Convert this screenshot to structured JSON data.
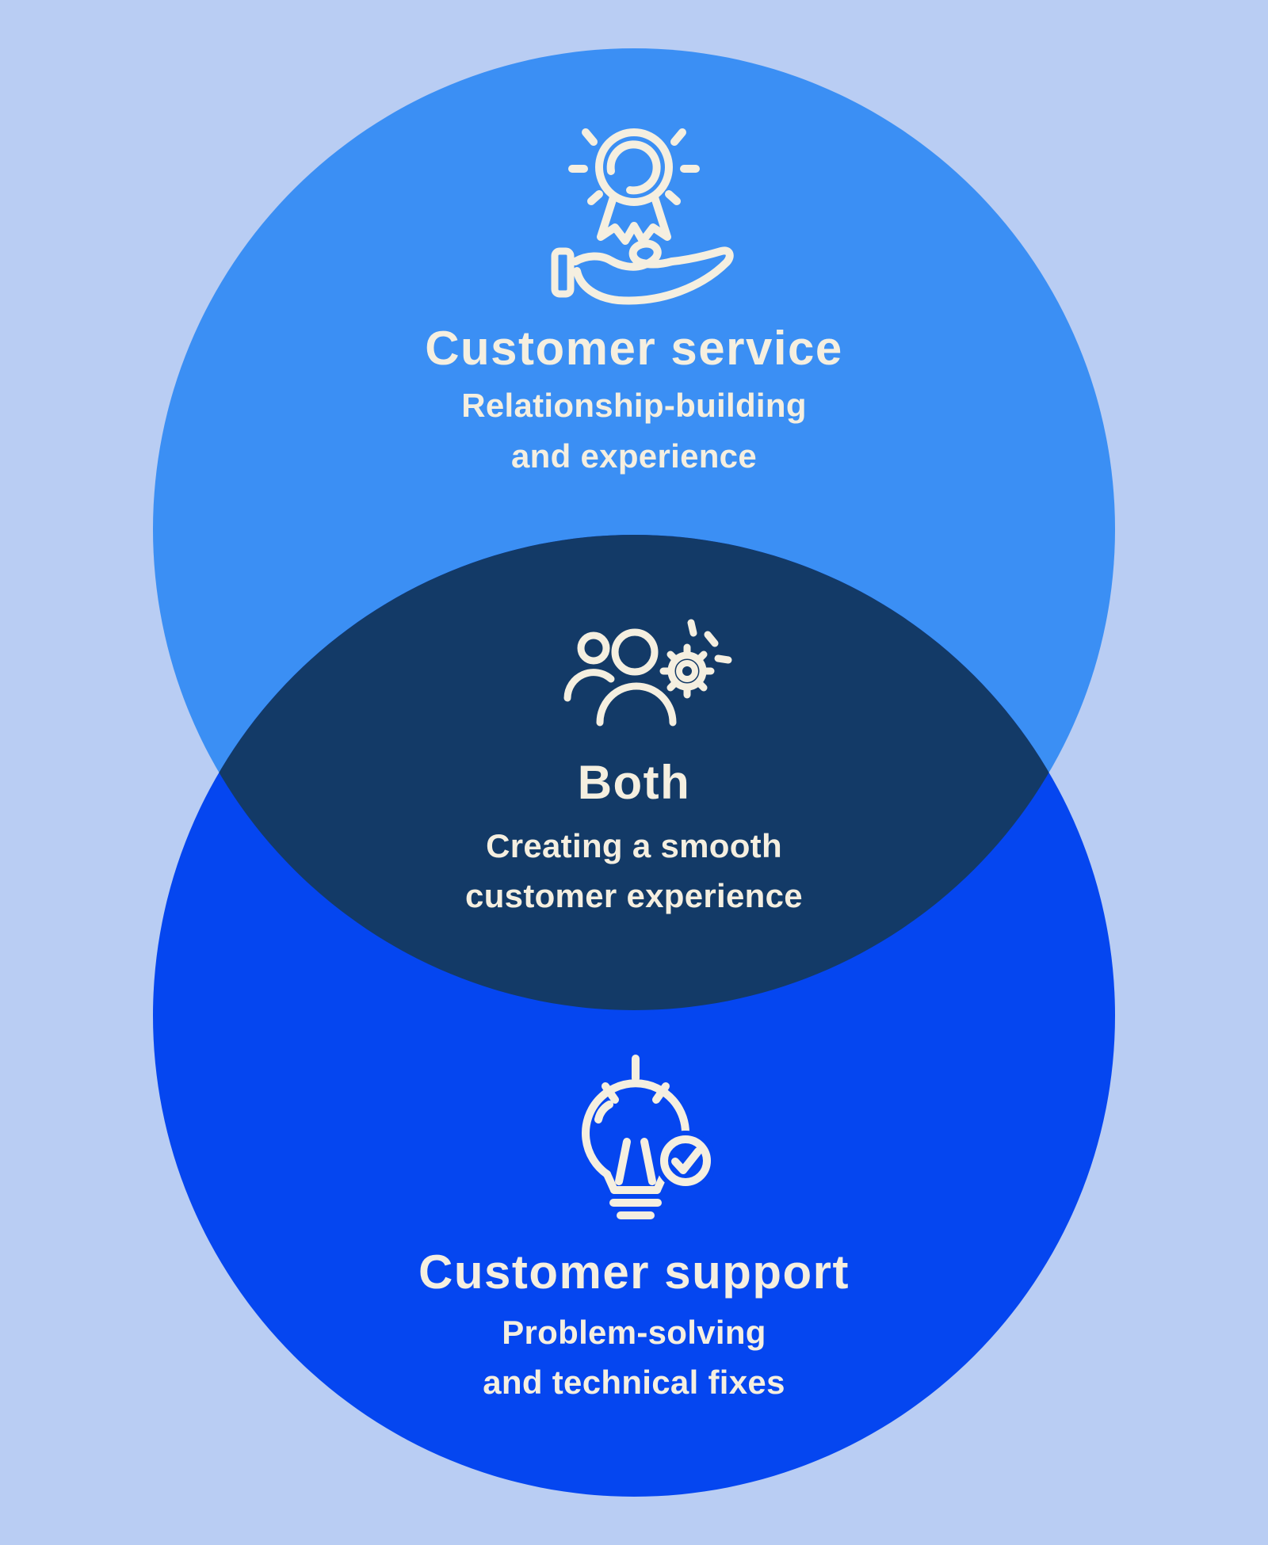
{
  "colors": {
    "background": "#b9cdf3",
    "top_circle": "#3b8ff4",
    "bottom_circle": "#0546f0",
    "overlap": "#133a67",
    "text": "#f5efe0"
  },
  "venn": {
    "top": {
      "icon": "award-in-hand-icon",
      "title": "Customer service",
      "subtitle_line1": "Relationship-building",
      "subtitle_line2": "and experience"
    },
    "overlap": {
      "icon": "people-gear-icon",
      "title": "Both",
      "subtitle_line1": "Creating a smooth",
      "subtitle_line2": "customer experience"
    },
    "bottom": {
      "icon": "lightbulb-check-icon",
      "title": "Customer support",
      "subtitle_line1": "Problem-solving",
      "subtitle_line2": "and technical fixes"
    }
  }
}
